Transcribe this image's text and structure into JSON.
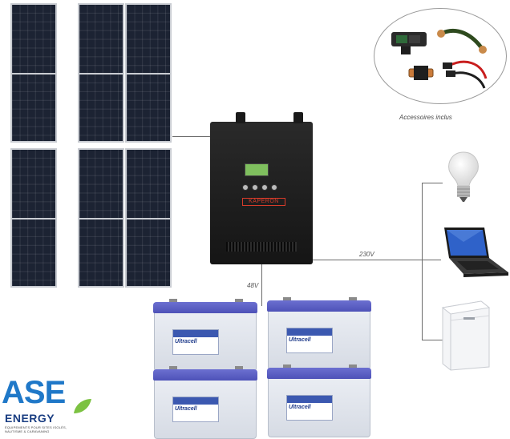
{
  "inverter": {
    "display_label": "KAPERON"
  },
  "wiring": {
    "dc_voltage": "48V",
    "ac_voltage": "230V"
  },
  "accessories": {
    "caption": "Accessoires inclus"
  },
  "battery": {
    "brand": "Ultracell"
  },
  "logo": {
    "name_top": "ASE",
    "name_bottom": "ENERGY",
    "tagline": "ÉQUIPEMENTS POUR SITES ISOLÉS, NAUTISME & CARAVANING"
  },
  "colors": {
    "logo_blue": "#1f78c8",
    "logo_navy": "#1a3e82",
    "logo_green": "#7cc242",
    "battery_lid": "#4e52b8"
  },
  "icons": [
    "solar-panel-icon",
    "inverter-icon",
    "battery-icon",
    "light-bulb-icon",
    "laptop-icon",
    "chest-freezer-icon"
  ]
}
